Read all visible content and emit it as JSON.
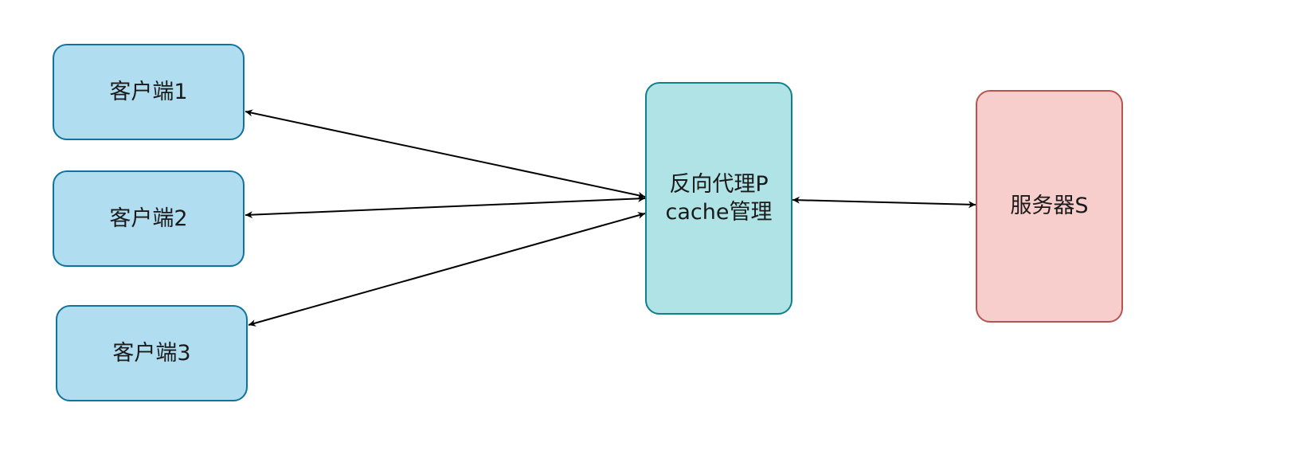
{
  "nodes": {
    "client1": "客户端1",
    "client2": "客户端2",
    "client3": "客户端3",
    "proxy": "反向代理P\ncache管理",
    "server": "服务器S"
  },
  "colors": {
    "client_fill": "#b1ddf0",
    "client_stroke": "#10739e",
    "proxy_fill": "#b0e3e6",
    "proxy_stroke": "#0e8088",
    "server_fill": "#f8cecc",
    "server_stroke": "#b85450",
    "edge": "#000000"
  },
  "edges": [
    {
      "from": "client1",
      "to": "proxy",
      "direction": "both"
    },
    {
      "from": "client2",
      "to": "proxy",
      "direction": "both"
    },
    {
      "from": "client3",
      "to": "proxy",
      "direction": "both"
    },
    {
      "from": "proxy",
      "to": "server",
      "direction": "both"
    }
  ]
}
